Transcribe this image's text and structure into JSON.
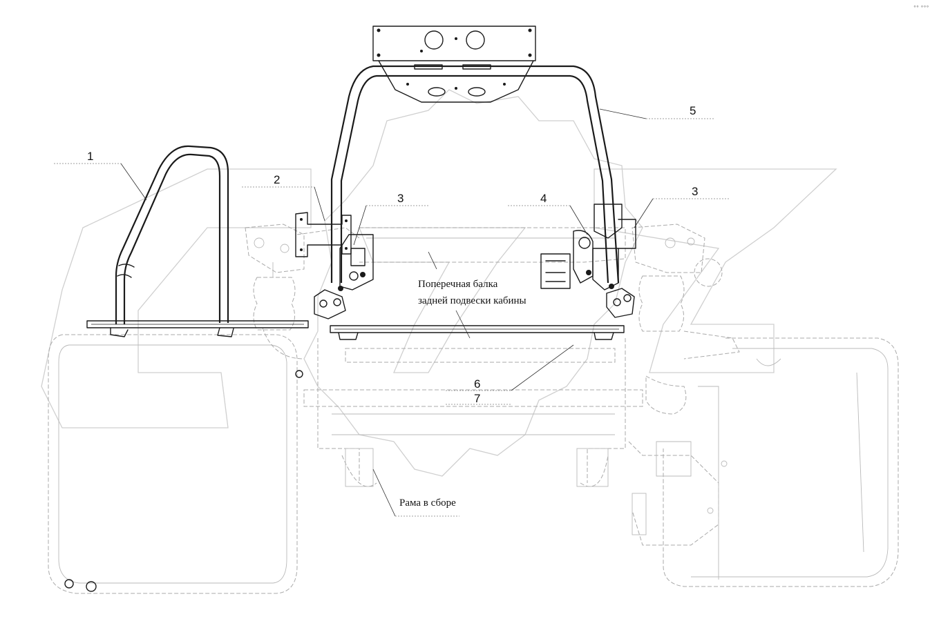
{
  "part_labels": [
    {
      "id": "1",
      "text": "1"
    },
    {
      "id": "2",
      "text": "2"
    },
    {
      "id": "3a",
      "text": "3"
    },
    {
      "id": "4",
      "text": "4"
    },
    {
      "id": "3b",
      "text": "3"
    },
    {
      "id": "5",
      "text": "5"
    },
    {
      "id": "6",
      "text": "6"
    },
    {
      "id": "7",
      "text": "7"
    }
  ],
  "annotations": {
    "beam_line1": "Поперечная балка",
    "beam_line2": "задней подвески кабины",
    "frame": "Рама в сборе"
  },
  "corner_mark": "°° °°°"
}
